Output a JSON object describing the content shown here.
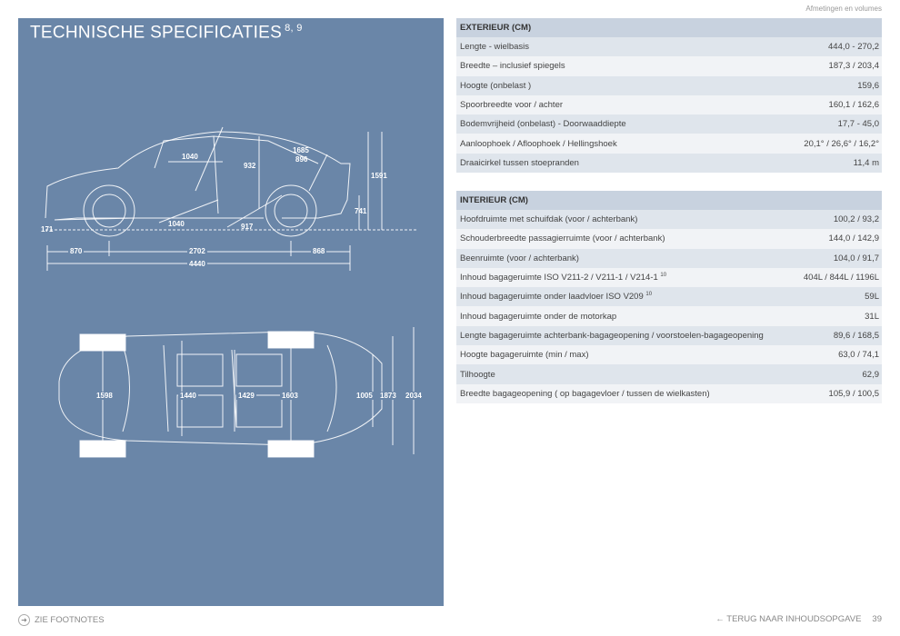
{
  "header": {
    "section": "Afmetingen en volumes",
    "title": "TECHNISCHE SPECIFICATIES",
    "title_sup": "8, 9"
  },
  "diagram": {
    "side": {
      "d1040a": "1040",
      "d932": "932",
      "d1685": "1685",
      "d896": "896",
      "d1591": "1591",
      "d171": "171",
      "d1040b": "1040",
      "d917": "917",
      "d741": "741",
      "d870": "870",
      "d2702": "2702",
      "d868": "868",
      "d4440": "4440"
    },
    "top": {
      "d1598": "1598",
      "d1440": "1440",
      "d1429": "1429",
      "d1603": "1603",
      "d1005": "1005",
      "d1873": "1873",
      "d2034": "2034"
    }
  },
  "exterior": {
    "heading": "EXTERIEUR (CM)",
    "rows": [
      {
        "label": "Lengte - wielbasis",
        "value": "444,0 - 270,2"
      },
      {
        "label": "Breedte – inclusief spiegels",
        "value": "187,3 / 203,4"
      },
      {
        "label": "Hoogte (onbelast )",
        "value": "159,6"
      },
      {
        "label": "Spoorbreedte voor / achter",
        "value": "160,1 / 162,6"
      },
      {
        "label": "Bodemvrijheid (onbelast) - Doorwaaddiepte",
        "value": "17,7 - 45,0"
      },
      {
        "label": "Aanloophoek / Afloophoek / Hellingshoek",
        "value": "20,1° / 26,6° / 16,2°"
      },
      {
        "label": "Draaicirkel tussen stoepranden",
        "value": "11,4 m"
      }
    ]
  },
  "interior": {
    "heading": "INTERIEUR (CM)",
    "rows": [
      {
        "label": "Hoofdruimte met schuifdak (voor / achterbank)",
        "value": "100,2 / 93,2"
      },
      {
        "label": "Schouderbreedte passagierruimte (voor / achterbank)",
        "value": "144,0 / 142,9"
      },
      {
        "label": "Beenruimte (voor / achterbank)",
        "value": "104,0 / 91,7"
      },
      {
        "label": "Inhoud bagageruimte ISO V211-2 / V211-1 / V214-1",
        "sup": "10",
        "value": "404L / 844L / 1196L"
      },
      {
        "label": "Inhoud bagageruimte onder laadvloer ISO V209",
        "sup": "10",
        "value": "59L"
      },
      {
        "label": "Inhoud bagageruimte onder de motorkap",
        "value": "31L"
      },
      {
        "label": "Lengte bagageruimte achterbank-bagageopening / voorstoelen-bagageopening",
        "value": "89,6 / 168,5"
      },
      {
        "label": "Hoogte bagageruimte (min / max)",
        "value": "63,0 / 74,1"
      },
      {
        "label": "Tilhoogte",
        "value": "62,9"
      },
      {
        "label": "Breedte bagageopening ( op bagagevloer / tussen de wielkasten)",
        "value": "105,9 / 100,5"
      }
    ]
  },
  "footer": {
    "footnotes": "ZIE FOOTNOTES",
    "back": "← TERUG NAAR INHOUDSOPGAVE",
    "page": "39"
  }
}
